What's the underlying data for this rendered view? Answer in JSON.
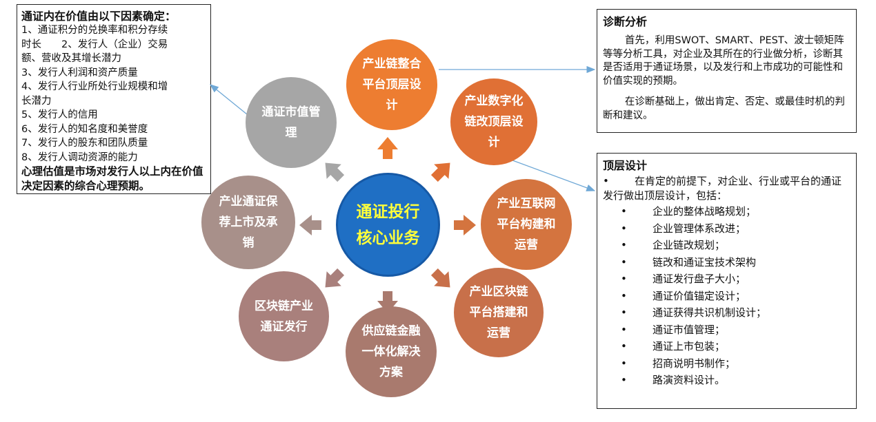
{
  "left_box": {
    "title": "通证内在价值由以下因素确定：",
    "lines": [
      "1、通证积分的兑换率和积分存续",
      "时长　　2、发行人（企业）交易",
      "额、营收及其增长潜力",
      "3、发行人利润和资产质量",
      "4、发行人行业所处行业规模和增",
      "长潜力",
      "5、发行人的信用",
      "6、发行人的知名度和美誉度",
      "7、发行人的股东和团队质量",
      "8、发行人调动资源的能力"
    ],
    "conclusion": "心理估值是市场对发行人以上内在价值决定因素的综合心理预期。"
  },
  "diagnosis": {
    "title": "诊断分析",
    "para1": "首先，利用SWOT、SMART、PEST、波士顿矩阵等等分析工具，对企业及其所在的行业做分析，诊断其是否适用于通证场景，以及发行和上市成功的可能性和价值实现的预期。",
    "para2": "在诊断基础上，做出肯定、否定、或最佳时机的判断和建议。"
  },
  "top_design": {
    "title": "顶层设计",
    "intro": "在肯定的前提下，对企业、行业或平台的通证发行做出顶层设计，包括：",
    "items": [
      "企业的整体战略规划；",
      "企业管理体系改进；",
      "企业链改规划；",
      "链改和通证宝技术架构",
      "通证发行盘子大小；",
      "通证价值锚定设计；",
      "通证获得共识机制设计；",
      "通证市值管理；",
      "通证上市包装；",
      "招商说明书制作；",
      "路演资料设计。"
    ]
  },
  "center": {
    "label": "通证投行核心业务"
  },
  "circles": [
    {
      "label": "产业链整合平台顶层设计",
      "color": "#ed7d31"
    },
    {
      "label": "产业数字化链改顶层设计",
      "color": "#e07035"
    },
    {
      "label": "产业互联网平台构建和运营",
      "color": "#d4743f"
    },
    {
      "label": "产业区块链平台搭建和运营",
      "color": "#c8704a"
    },
    {
      "label": "供应链金融一体化解决方案",
      "color": "#a97a6e"
    },
    {
      "label": "区块链产业通证发行",
      "color": "#a9807c"
    },
    {
      "label": "产业通证保荐上市及承销",
      "color": "#a8908a"
    },
    {
      "label": "通证市值管理",
      "color": "#a6a6a6"
    }
  ],
  "arrow_colors": [
    "#ed7d31",
    "#e07035",
    "#d4743f",
    "#c8704a",
    "#a97a6e",
    "#a9807c",
    "#a8908a",
    "#a6a6a6"
  ],
  "connector_color": "#6fa8d6"
}
